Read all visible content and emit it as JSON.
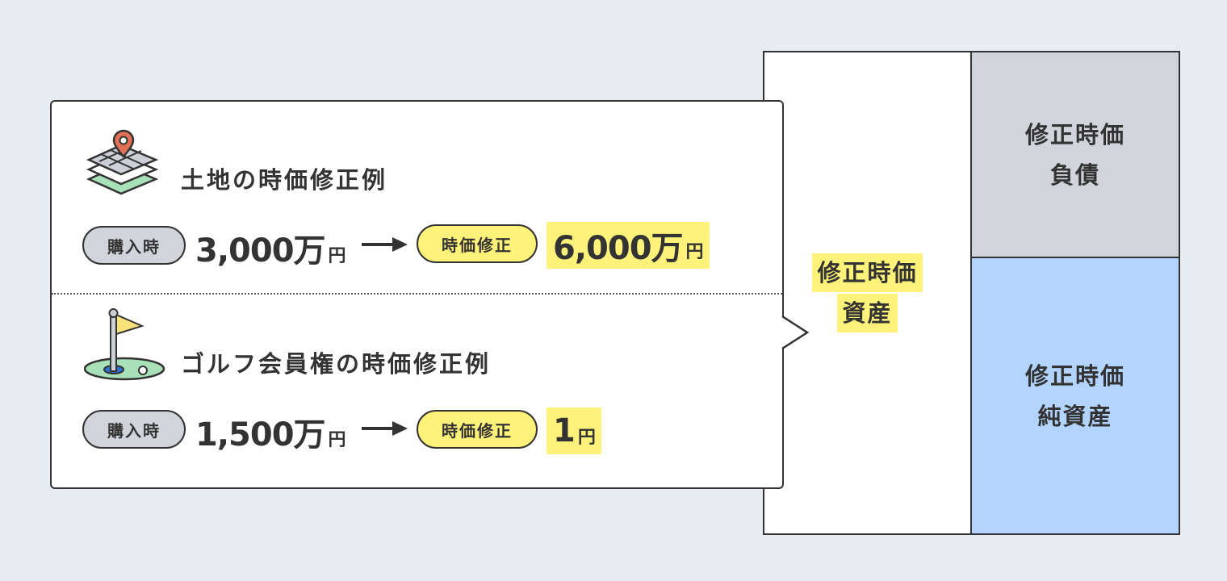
{
  "land": {
    "title": "土地の時価修正例",
    "before_label": "購入時",
    "before_value": "3,000万",
    "before_unit": "円",
    "after_label": "時価修正",
    "after_value": "6,000万",
    "after_unit": "円"
  },
  "golf": {
    "title": "ゴルフ会員権の時価修正例",
    "before_label": "購入時",
    "before_value": "1,500万",
    "before_unit": "円",
    "after_label": "時価修正",
    "after_value": "1",
    "after_unit": "円"
  },
  "balance_sheet": {
    "assets": [
      "修正時価",
      "資産"
    ],
    "liabilities": [
      "修正時価",
      "負債"
    ],
    "net_assets": [
      "修正時価",
      "純資産"
    ]
  },
  "colors": {
    "highlight": "#fff27a",
    "liabilities": "#d1d5db",
    "net_assets": "#b3d4ff"
  }
}
